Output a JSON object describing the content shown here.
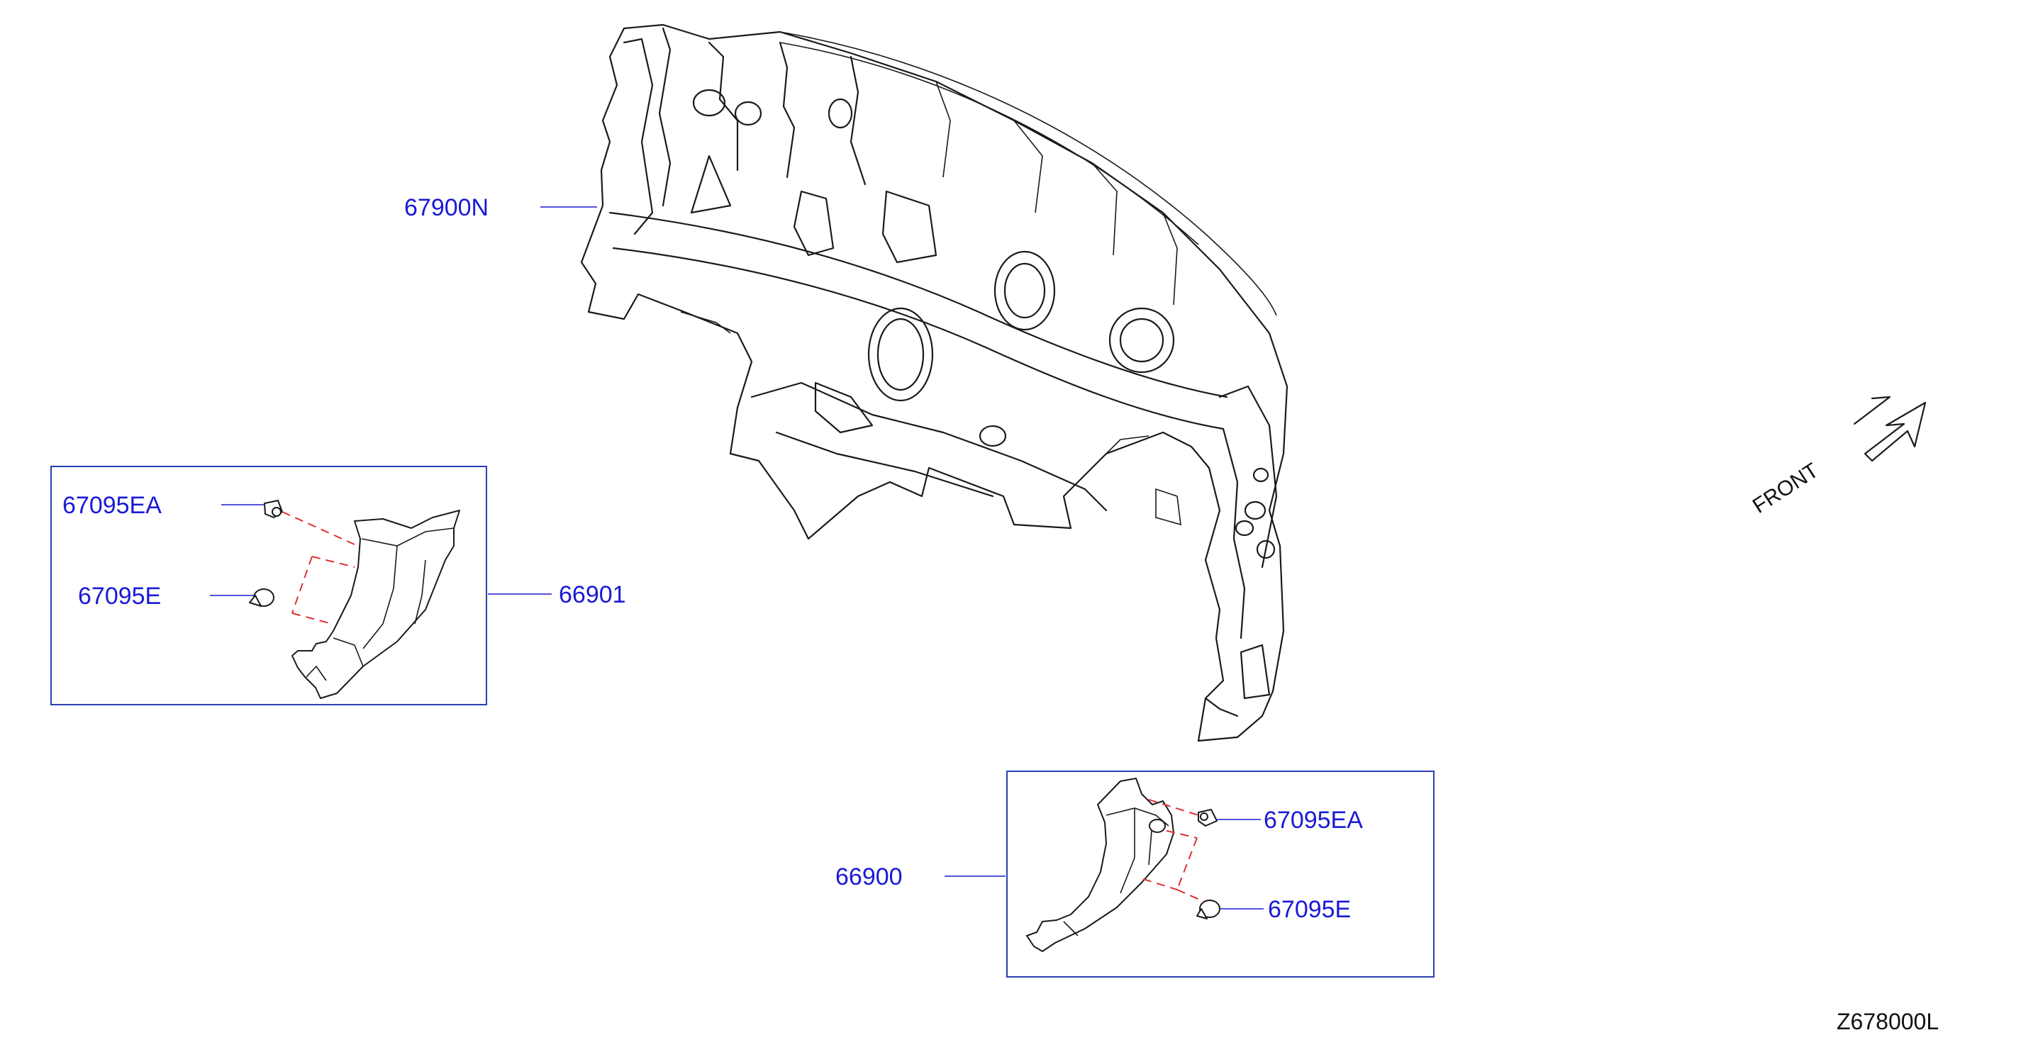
{
  "labels": {
    "dash_panel": "67900N",
    "clip_left_top": "67095EA",
    "clip_left_bottom": "67095E",
    "finisher_left": "66901",
    "finisher_right": "66900",
    "clip_right_top": "67095EA",
    "clip_right_bottom": "67095E"
  },
  "front_label": "FRONT",
  "diagram_code": "Z678000L",
  "colors": {
    "label_blue": "#1a1ad6",
    "box_blue": "#2a3fb0",
    "dash_red": "#e03030",
    "outline": "#1a1a1a"
  }
}
